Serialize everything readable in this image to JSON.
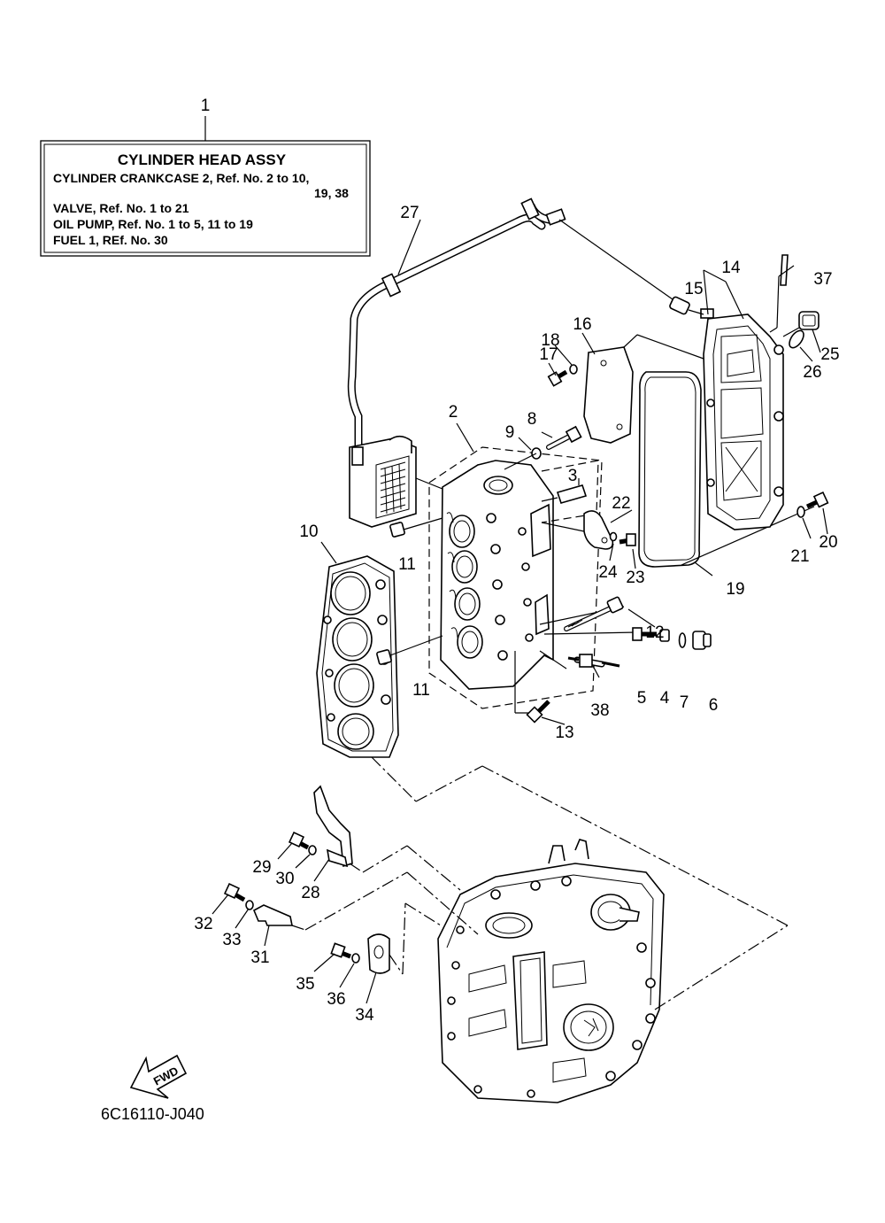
{
  "info_box": {
    "title": "CYLINDER HEAD ASSY",
    "lines": [
      "CYLINDER CRANKCASE 2,  Ref. No. 2 to 10,",
      "19,  38",
      "VALVE,  Ref. No. 1 to 21",
      "OIL PUMP,  Ref. No. 1 to 5, 11 to 19",
      "FUEL 1,  REf. No. 30"
    ]
  },
  "callouts": {
    "c1": "1",
    "c2": "2",
    "c3": "3",
    "c4": "4",
    "c5": "5",
    "c6": "6",
    "c7": "7",
    "c8": "8",
    "c9": "9",
    "c10": "10",
    "c11a": "11",
    "c11b": "11",
    "c12": "12",
    "c13": "13",
    "c14": "14",
    "c15": "15",
    "c16": "16",
    "c17": "17",
    "c18": "18",
    "c19": "19",
    "c20": "20",
    "c21": "21",
    "c22": "22",
    "c23": "23",
    "c24": "24",
    "c25": "25",
    "c26": "26",
    "c27": "27",
    "c28": "28",
    "c29": "29",
    "c30": "30",
    "c31": "31",
    "c32": "32",
    "c33": "33",
    "c34": "34",
    "c35": "35",
    "c36": "36",
    "c37": "37",
    "c38": "38"
  },
  "fwd_label": "FWD",
  "diagram_code": "6C16110-J040",
  "icons": {
    "fwd_arrow": "fwd-arrow-icon"
  }
}
